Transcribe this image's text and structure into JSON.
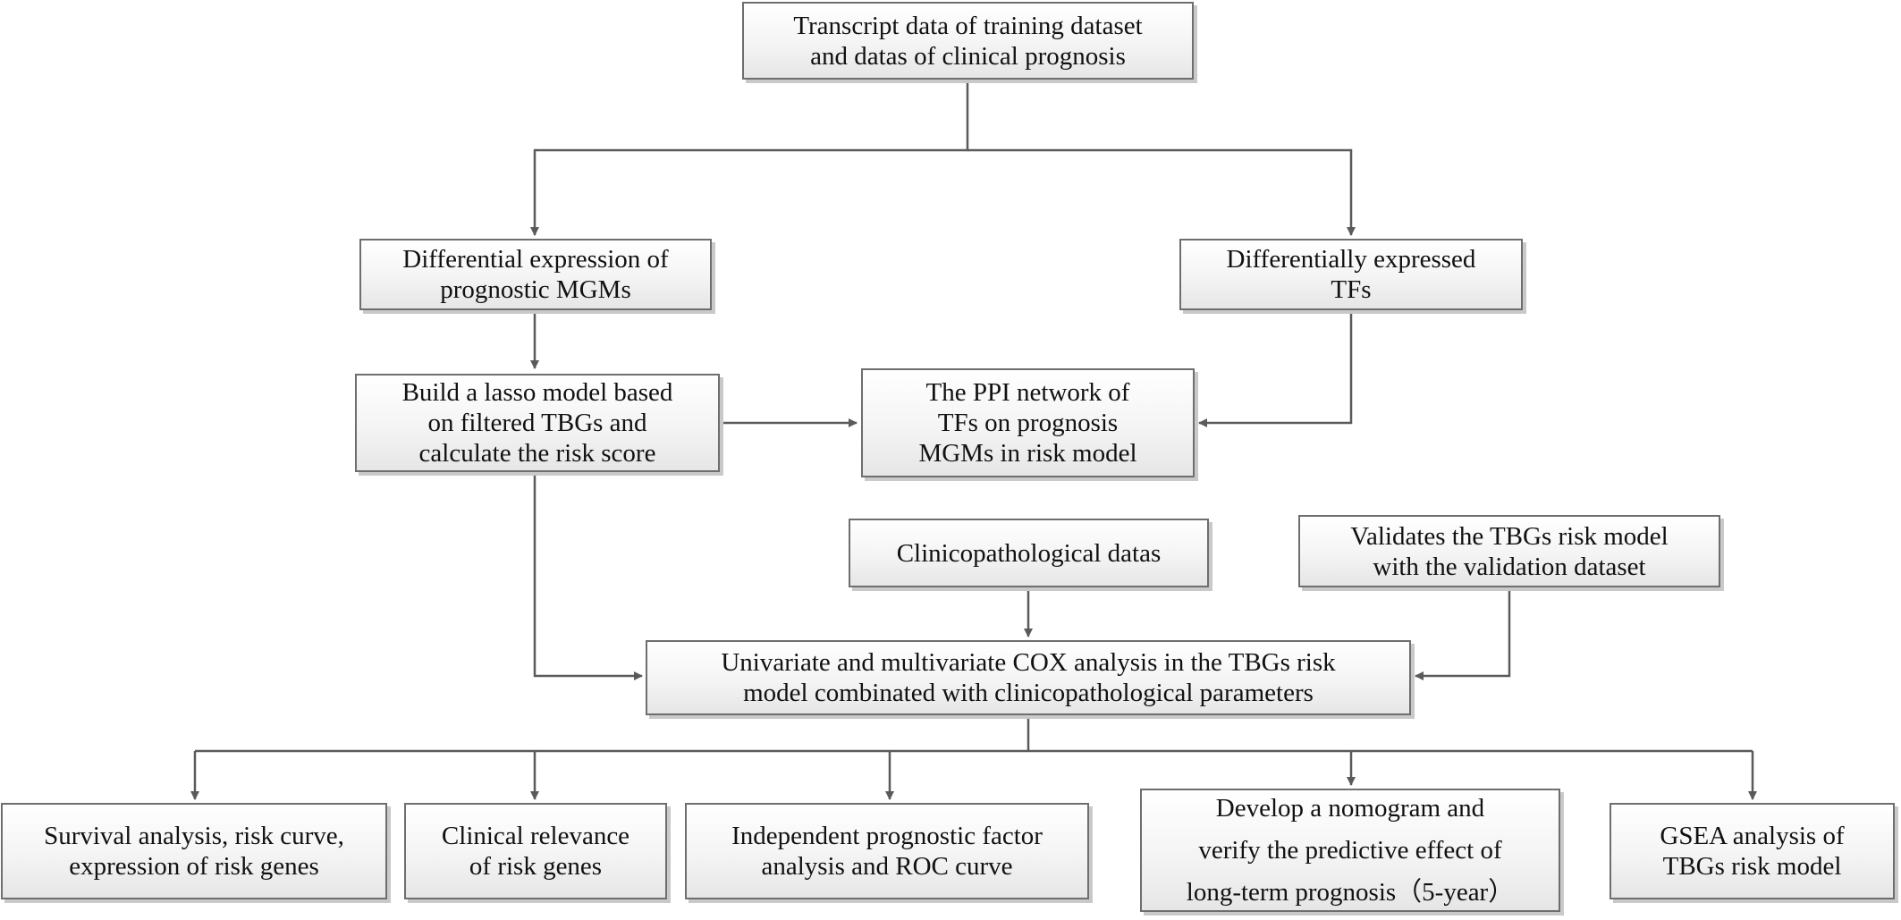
{
  "nodes": {
    "transcript": [
      "Transcript data of training dataset",
      "and  datas of clinical prognosis"
    ],
    "diff_mgms": [
      "Differential expression of",
      "prognostic MGMs"
    ],
    "diff_tfs": [
      "Differentially expressed",
      "TFs"
    ],
    "lasso": [
      "Build a lasso model based",
      "on filtered TBGs and",
      "calculate the risk score"
    ],
    "ppi": [
      "The PPI  network of",
      "TFs on prognosis",
      "MGMs in risk model"
    ],
    "clinico": [
      "Clinicopathological datas"
    ],
    "validates": [
      "Validates the TBGs risk model",
      "with the validation dataset"
    ],
    "cox": [
      "Univariate and multivariate COX analysis in the TBGs risk",
      "model combinated with clinicopathological parameters"
    ],
    "survival": [
      "Survival analysis, risk curve,",
      "expression of risk genes"
    ],
    "clinical_relevance": [
      "Clinical relevance",
      "of risk genes"
    ],
    "independent": [
      "Independent prognostic factor",
      "analysis and ROC curve"
    ],
    "nomogram": [
      "Develop a nomogram and",
      "verify the predictive effect of",
      "long-term prognosis（5-year）"
    ],
    "gsea": [
      "GSEA analysis of",
      "TBGs risk model"
    ]
  },
  "colors": {
    "line": "#5a5a5a",
    "border": "#6e6e6e",
    "box_top": "#ffffff",
    "box_bottom": "#e6e6e6"
  }
}
